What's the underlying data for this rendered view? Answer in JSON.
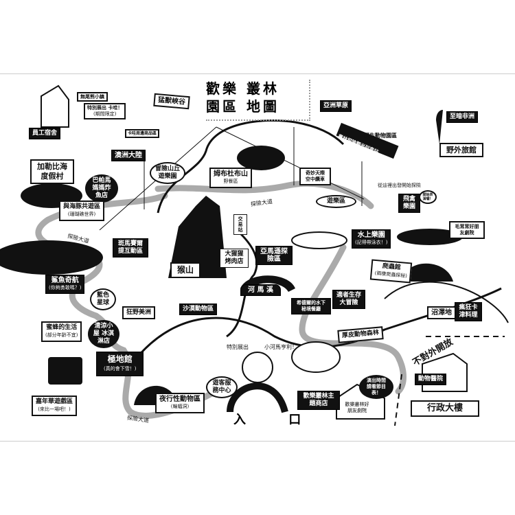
{
  "title": {
    "line1": "歡樂 叢林",
    "line2": "園區 地圖"
  },
  "labels": {
    "staff_dorm": "員工宿舍",
    "koala_town": "無尾熊小鎮",
    "special_koala": "特別展出 卡哇！",
    "special_koala_sub": "(期間限定)",
    "koala_shop": "卡哇周邊商品區",
    "beast_canyon": "猛獸峽谷",
    "caribbean": "加勒比海度假村",
    "australia": "澳洲大陸",
    "adventure_hill": "冒險山丘遊樂園",
    "fish_shop": "巴帕馬媽媽炸魚店",
    "dolphin": "與海豚共遊區",
    "dolphin_sub": "(珊瑚礁世界)",
    "explore_road": "探險大道",
    "zebra": "斑馬賽爾提互動區",
    "picnic": "姆布杜布山",
    "picnic_sub": "野餐區",
    "trading_post": "交易站",
    "gorilla_bbq": "大猩猩烤肉店",
    "monkey_hill": "猴山",
    "shark": "鯊魚奇航",
    "shark_sub": "(你夠勇敢嗎？)",
    "blue_planet": "藍色星球",
    "wild_america": "狂野美洲",
    "desert": "沙漠動物區",
    "ice_cream": "清涼小屋 冰淇淋店",
    "bee": "蜜蜂的生活",
    "bee_sub": "(部分年齡不宜)",
    "polar": "極地館",
    "polar_sub": "(真的會下雪！)",
    "carnival": "嘉年華遊戲區",
    "carnival_sub": "(來比一場吧！)",
    "visitor_center": "遊客服務中心",
    "nocturnal": "夜行性動物區",
    "nocturnal_sub": "(蝙蝠洞)",
    "entrance": "入 口",
    "hippo_creek": "河 馬 溪",
    "special_show": "特別展出",
    "baby_hippo": "小河馬亨利！",
    "amazon": "亞馬遜探險區",
    "underwater": "希德爾的水下秘境餐廳",
    "survival": "適者生存大冒險",
    "reptile": "爬蟲館",
    "reptile_sub": "(兩棲爬蟲探秘)",
    "swamp": "沼澤地",
    "cajun": "瘋狂卡津料理",
    "pachyderm": "厚皮動物森林",
    "restricted": "不對外開放",
    "vet": "動物醫院",
    "admin": "行政大樓",
    "shop": "歡樂叢林主題商店",
    "theater": "歡樂叢林好朋友劇院",
    "showtime": "演出時間 請看節目表！",
    "asia": "亞洲草原",
    "safari": "野生動物園區",
    "africa": "至暗非洲",
    "lodge": "野外旅館",
    "train": "叢林探險觀光列車站",
    "start_here": "從這裡出發開始探險",
    "skyway": "奇妙天際空中纜車",
    "rides": "遊樂區",
    "aviary": "飛禽樂園",
    "bird_bubble": "開始表演囉！",
    "water_park": "水上樂園",
    "water_park_sub": "(記得帶泳衣！)",
    "furry_theater": "毛茸茸好朋友劇院"
  }
}
